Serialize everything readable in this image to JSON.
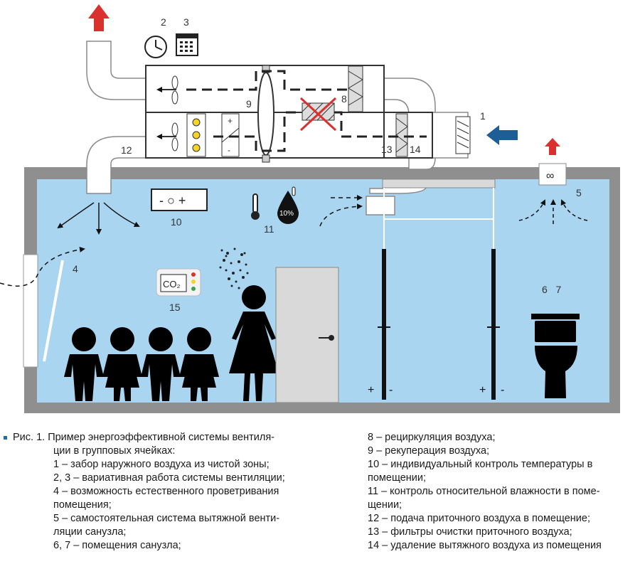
{
  "diagram": {
    "labels": {
      "n1": "1",
      "n2": "2",
      "n3": "3",
      "n4": "4",
      "n5": "5",
      "n67": "6   7",
      "n8": "8",
      "n9": "9",
      "n10": "10",
      "n11": "11",
      "n12": "12",
      "n13": "13",
      "n14": "14",
      "n15": "15"
    },
    "co2_label": "CO₂",
    "humidity_label": "10%",
    "controller_symbols": "- ○ +",
    "exhaust_symbol": "∞",
    "door_plus": "+",
    "door_minus": "-"
  },
  "caption": {
    "title_line1": "Рис. 1. Пример энергоэффективной системы вентиля-",
    "title_line2": "ции в групповых ячейках:",
    "left_items": [
      "1 – забор наружного воздуха из чистой зоны;",
      "2, 3 – вариативная работа системы вентиляции;",
      "4 – возможность естественного проветривания",
      "помещения;",
      "5 – самостоятельная система вытяжной венти-",
      "ляции санузла;",
      "6, 7 – помещения санузла;"
    ],
    "right_items": [
      "8 – рециркуляция воздуха;",
      "9 – рекуперация воздуха;",
      "10 – индивидуальный контроль температуры в",
      "помещении;",
      "11 – контроль относительной влажности в поме-",
      "щении;",
      "12 – подача приточного воздуха в помещение;",
      "13 – фильтры очистки приточного воздуха;",
      "14 – удаление вытяжного воздуха из помещения"
    ]
  },
  "colors": {
    "room_fill": "#a9d5f1",
    "wall": "#8f8f8f",
    "outdoor_arrow": "#1d5e97",
    "exhaust_arrow": "#d9312e",
    "bullet": "#1a6fae"
  }
}
